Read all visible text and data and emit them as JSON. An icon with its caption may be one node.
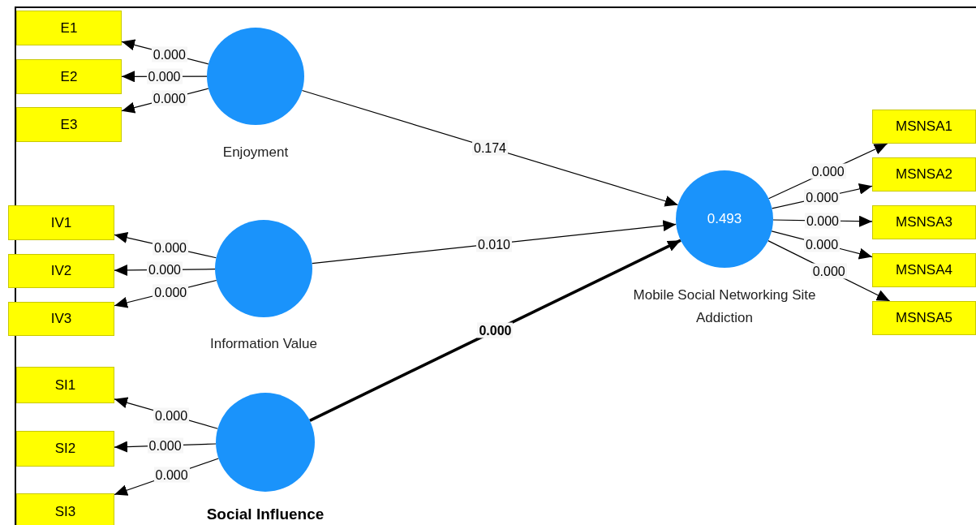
{
  "diagram": {
    "nodes": [
      {
        "text": [
          "E1"
        ]
      },
      {
        "text": [
          "E2"
        ]
      },
      {
        "text": [
          "E3"
        ]
      },
      {
        "text": [
          "Enjoyment"
        ]
      },
      {
        "text": [
          "IV1"
        ]
      },
      {
        "text": [
          "IV2"
        ]
      },
      {
        "text": [
          "IV3"
        ]
      },
      {
        "text": [
          "Information Value"
        ]
      },
      {
        "text": [
          "SI1"
        ]
      },
      {
        "text": [
          "SI2"
        ]
      },
      {
        "text": [
          "SI3"
        ]
      },
      {
        "text": [
          "Social Influence"
        ]
      },
      {
        "text": [
          "0.493",
          "Mobile Social Networking Site Addiction"
        ]
      },
      {
        "text": [
          "MSNSA1"
        ]
      },
      {
        "text": [
          "MSNSA2"
        ]
      },
      {
        "text": [
          "MSNSA3"
        ]
      },
      {
        "text": [
          "MSNSA4"
        ]
      },
      {
        "text": [
          "MSNSA5"
        ]
      }
    ],
    "edges": [
      {
        "from": 3,
        "to": 0,
        "arrow": "to",
        "label": "0.000"
      },
      {
        "from": 3,
        "to": 1,
        "arrow": "to",
        "label": "0.000"
      },
      {
        "from": 3,
        "to": 2,
        "arrow": "to",
        "label": "0.000"
      },
      {
        "from": 7,
        "to": 4,
        "arrow": "to",
        "label": "0.000"
      },
      {
        "from": 7,
        "to": 5,
        "arrow": "to",
        "label": "0.000"
      },
      {
        "from": 7,
        "to": 6,
        "arrow": "to",
        "label": "0.000"
      },
      {
        "from": 11,
        "to": 8,
        "arrow": "to",
        "label": "0.000"
      },
      {
        "from": 11,
        "to": 9,
        "arrow": "to",
        "label": "0.000"
      },
      {
        "from": 11,
        "to": 10,
        "arrow": "to",
        "label": "0.000"
      },
      {
        "from": 3,
        "to": 12,
        "arrow": "to",
        "label": "0.174"
      },
      {
        "from": 7,
        "to": 12,
        "arrow": "to",
        "label": "0.010"
      },
      {
        "from": 11,
        "to": 12,
        "arrow": "to",
        "label": "0.000",
        "style": "thick"
      },
      {
        "from": 12,
        "to": 13,
        "arrow": "to",
        "label": "0.000"
      },
      {
        "from": 12,
        "to": 14,
        "arrow": "to",
        "label": "0.000"
      },
      {
        "from": 12,
        "to": 15,
        "arrow": "to",
        "label": "0.000"
      },
      {
        "from": 12,
        "to": 16,
        "arrow": "to",
        "label": "0.000"
      },
      {
        "from": 12,
        "to": 17,
        "arrow": "to",
        "label": "0.000"
      }
    ]
  }
}
